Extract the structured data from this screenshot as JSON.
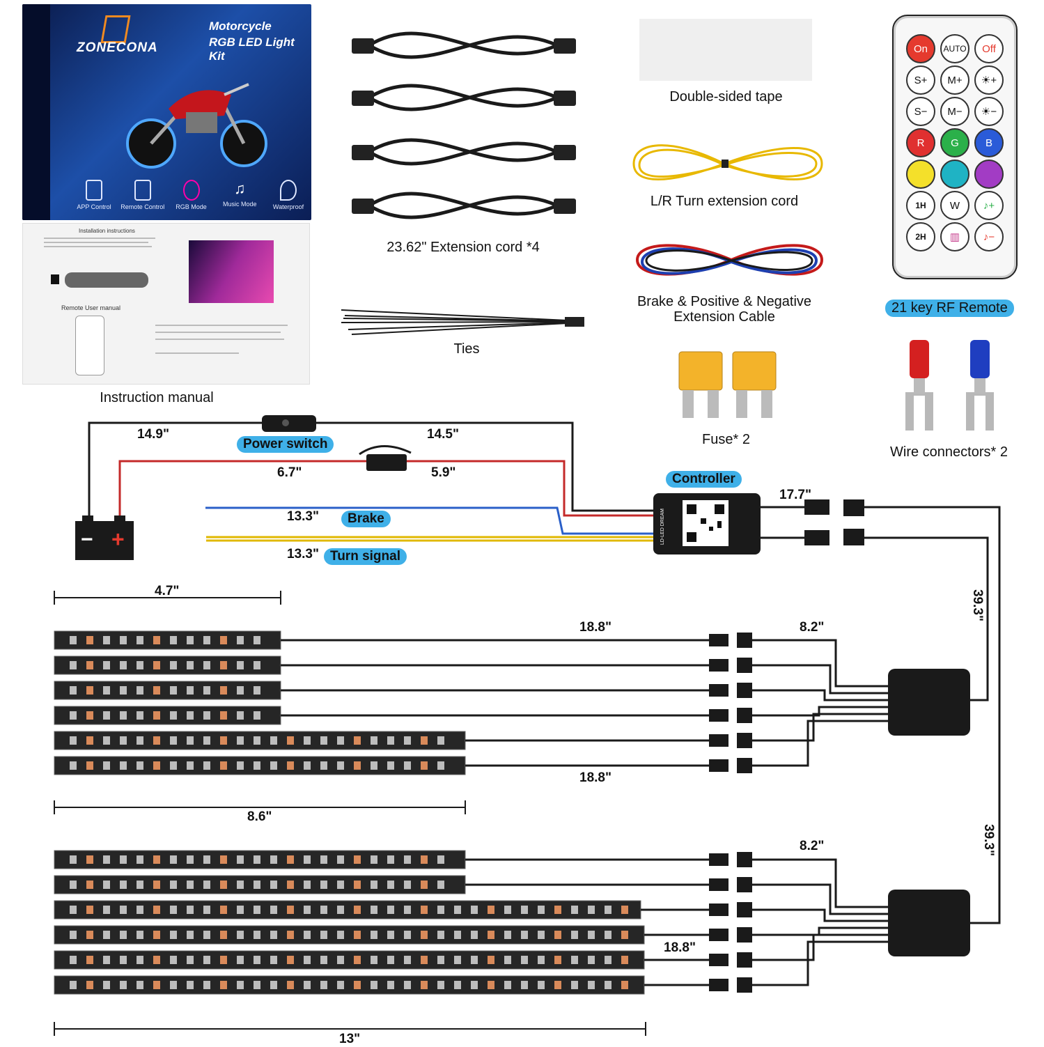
{
  "box": {
    "brand": "ZONECONA",
    "title_line1": "Motorcycle",
    "title_line2": "RGB LED Light Kit",
    "features": [
      "APP Control",
      "Remote Control",
      "RGB Mode",
      "Music Mode",
      "Waterproof"
    ]
  },
  "manual": {
    "heading": "Installation instructions",
    "remote_heading": "Remote User manual"
  },
  "captions": {
    "instruction_manual": "Instruction manual",
    "extension_cord": "23.62\" Extension cord *4",
    "ties": "Ties",
    "double_sided_tape": "Double-sided tape",
    "turn_extension": "L/R Turn extension cord",
    "brake_cable_line1": "Brake & Positive & Negative",
    "brake_cable_line2": "Extension Cable",
    "fuse": "Fuse* 2",
    "wire_connectors": "Wire connectors* 2",
    "remote": "21 key RF Remote"
  },
  "remote_keys": [
    [
      "On",
      "AUTO",
      "Off"
    ],
    [
      "S+",
      "M+",
      "☀+"
    ],
    [
      "S−",
      "M−",
      "☀−"
    ],
    [
      "R",
      "G",
      "B"
    ],
    [
      "",
      "",
      ""
    ],
    [
      "1H",
      "W",
      "♪+"
    ],
    [
      "2H",
      "▥",
      "♪−"
    ]
  ],
  "remote_colors": {
    "on": "#e53a2e",
    "r": "#e03030",
    "g": "#2bb04a",
    "b": "#2a5bd8",
    "yellow": "#f4e02a",
    "cyan": "#1fb3c4",
    "purple": "#a23cc4"
  },
  "tags": {
    "power_switch": "Power switch",
    "controller": "Controller",
    "brake": "Brake",
    "turn_signal": "Turn signal"
  },
  "dimensions": {
    "d_14_9": "14.9\"",
    "d_14_5": "14.5\"",
    "d_6_7": "6.7\"",
    "d_5_9": "5.9\"",
    "d_13_3_a": "13.3\"",
    "d_13_3_b": "13.3\"",
    "d_17_7": "17.7\"",
    "d_39_3_a": "39.3\"",
    "d_39_3_b": "39.3\"",
    "d_4_7": "4.7\"",
    "d_18_8_a": "18.8\"",
    "d_8_2_a": "8.2\"",
    "d_18_8_b": "18.8\"",
    "d_8_6": "8.6\"",
    "d_8_2_b": "8.2\"",
    "d_18_8_c": "18.8\"",
    "d_13": "13\""
  },
  "controller_label": "LD-LED DREAM",
  "battery_symbols": {
    "neg": "−",
    "pos": "+"
  }
}
